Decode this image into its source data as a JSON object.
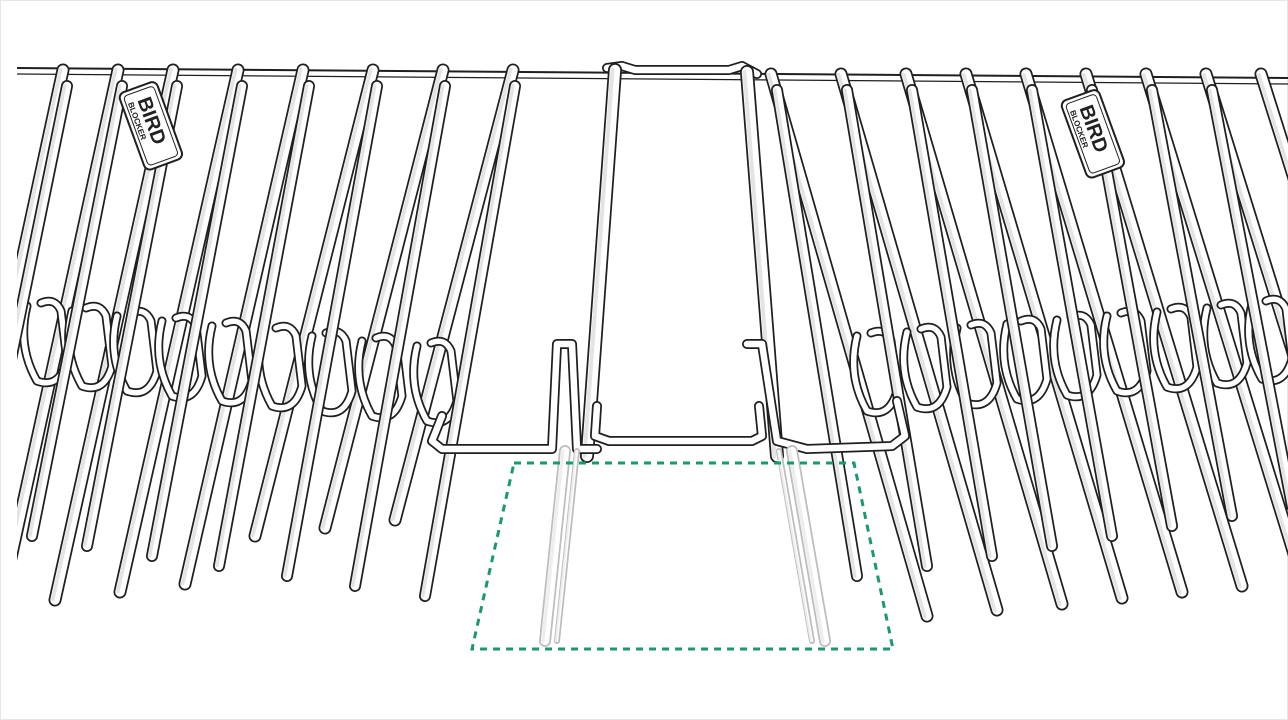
{
  "diagram": {
    "logo_left": {
      "line1": "BIRD",
      "line2": "BLOCKER"
    },
    "logo_right": {
      "line1": "BIRD",
      "line2": "BLOCKER"
    },
    "colors": {
      "stroke": "#1f1f1f",
      "fill": "#ffffff",
      "shade": "#e4e4e4",
      "faded": "#bdbdbd",
      "highlight": "#1a9a6c",
      "frame": "#e6e6e6"
    },
    "highlight_style": "dashed"
  }
}
